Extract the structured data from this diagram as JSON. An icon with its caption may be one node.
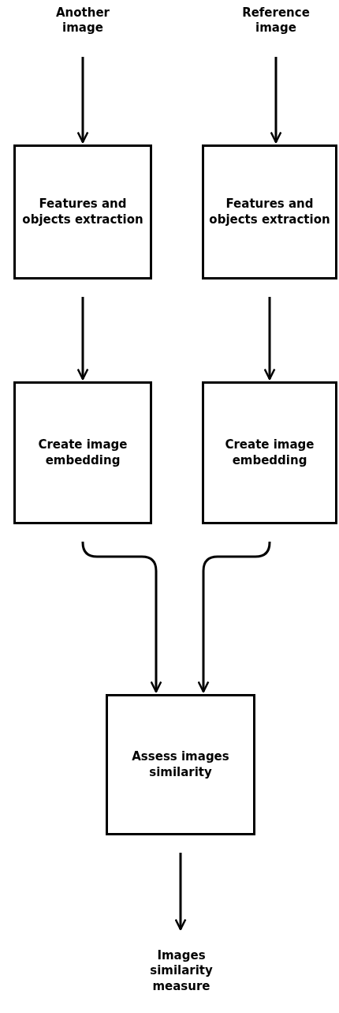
{
  "diagram": {
    "nodes": [
      {
        "text": [
          "Another image"
        ]
      },
      {
        "text": [
          "Reference image"
        ]
      },
      {
        "text": [
          "Features and objects extraction"
        ]
      },
      {
        "text": [
          "Features and objects extraction"
        ]
      },
      {
        "text": [
          "Create image embedding"
        ]
      },
      {
        "text": [
          "Create image embedding"
        ]
      },
      {
        "text": [
          "Assess images similarity"
        ]
      },
      {
        "text": [
          "Images similarity measure"
        ]
      }
    ],
    "edges": [
      {
        "from": 0,
        "to": 2,
        "arrow": "to"
      },
      {
        "from": 1,
        "to": 3,
        "arrow": "to"
      },
      {
        "from": 2,
        "to": 4,
        "arrow": "to"
      },
      {
        "from": 3,
        "to": 5,
        "arrow": "to"
      },
      {
        "from": 4,
        "to": 6,
        "arrow": "to"
      },
      {
        "from": 5,
        "to": 6,
        "arrow": "to"
      },
      {
        "from": 6,
        "to": 7,
        "arrow": "to"
      }
    ]
  }
}
